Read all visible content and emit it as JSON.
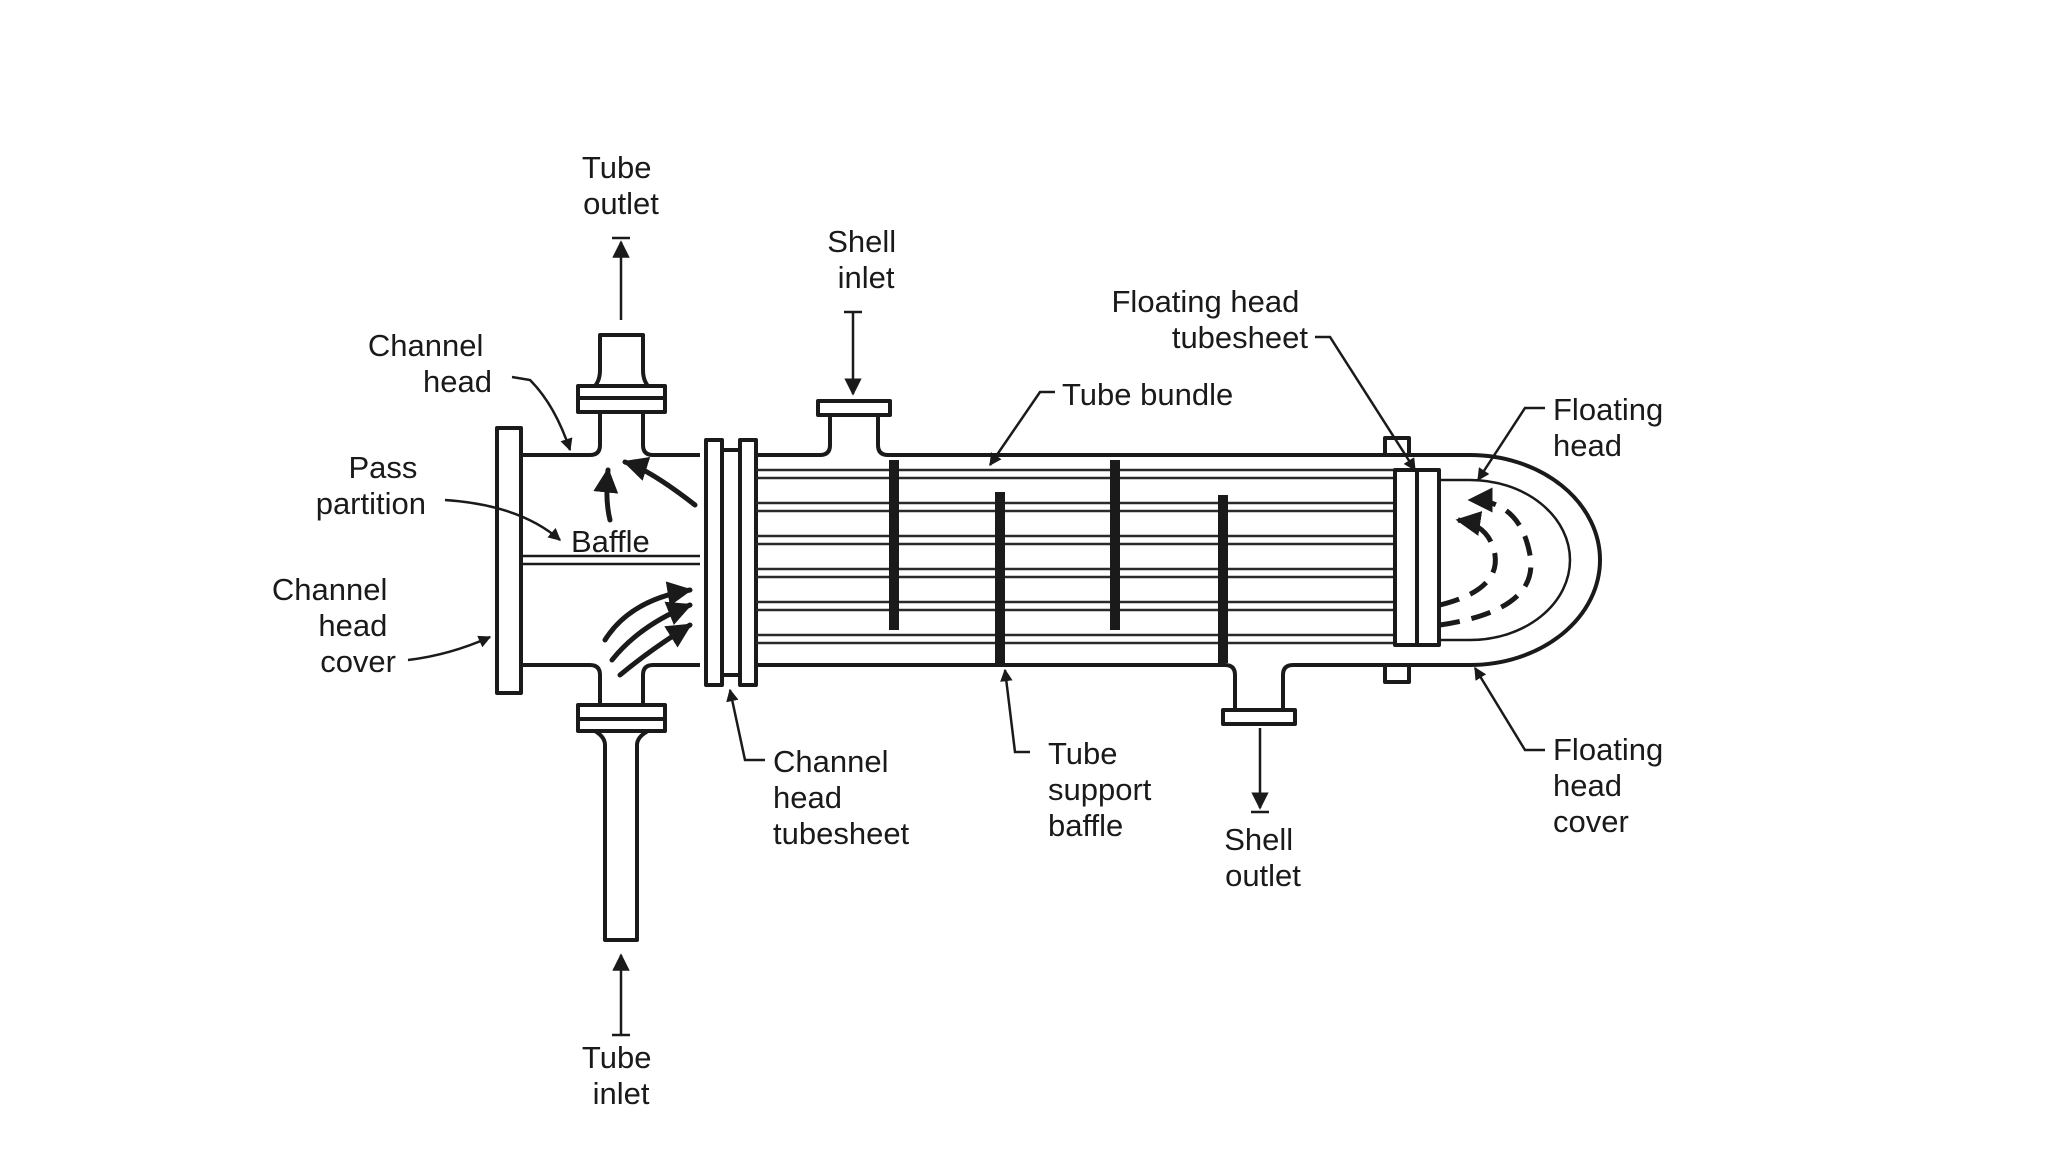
{
  "diagram": {
    "labels": {
      "tube_outlet": [
        "Tube",
        "outlet"
      ],
      "tube_inlet": [
        "Tube",
        "inlet"
      ],
      "shell_inlet": [
        "Shell",
        "inlet"
      ],
      "shell_outlet": [
        "Shell",
        "outlet"
      ],
      "channel_head": [
        "Channel",
        "head"
      ],
      "pass_partition": [
        "Pass",
        "partition"
      ],
      "baffle": "Baffle",
      "channel_head_cover": [
        "Channel",
        "head",
        "cover"
      ],
      "floating_head_tubesheet": [
        "Floating head",
        "tubesheet"
      ],
      "tube_bundle": "Tube bundle",
      "floating_head": [
        "Floating",
        "head"
      ],
      "channel_head_tubesheet": [
        "Channel",
        "head",
        "tubesheet"
      ],
      "tube_support_baffle": [
        "Tube",
        "support",
        "baffle"
      ],
      "floating_head_cover": [
        "Floating",
        "head",
        "cover"
      ]
    }
  }
}
